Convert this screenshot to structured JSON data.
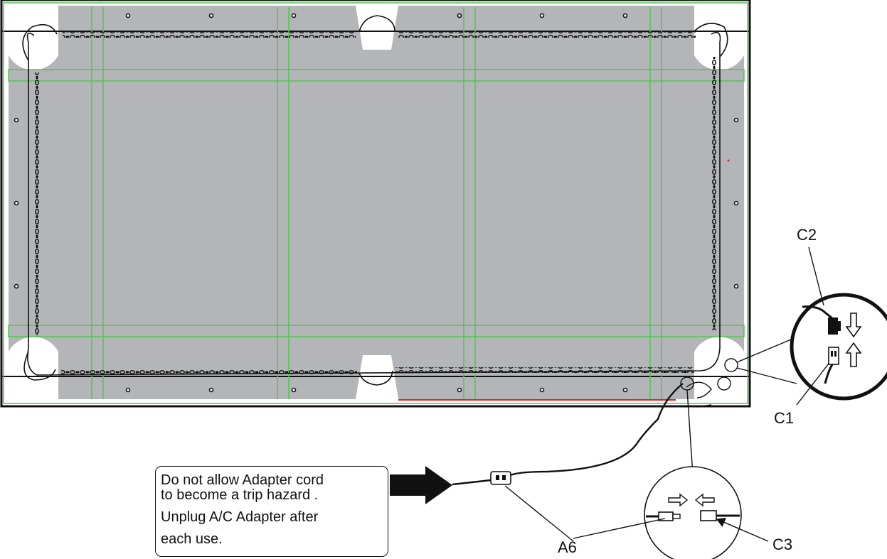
{
  "labels": {
    "c1": "C1",
    "c2": "C2",
    "c3": "C3",
    "a6": "A6"
  },
  "warning_note": {
    "line1": "Do not allow Adapter cord",
    "line2": "to become a trip hazard .",
    "line3": "Unplug A/C Adapter after",
    "line4": " each use."
  },
  "colors": {
    "board_gray": "#b4b5b8",
    "guide_green": "#4cc94c",
    "outline_black": "#111111",
    "accent_red": "#e02020"
  }
}
